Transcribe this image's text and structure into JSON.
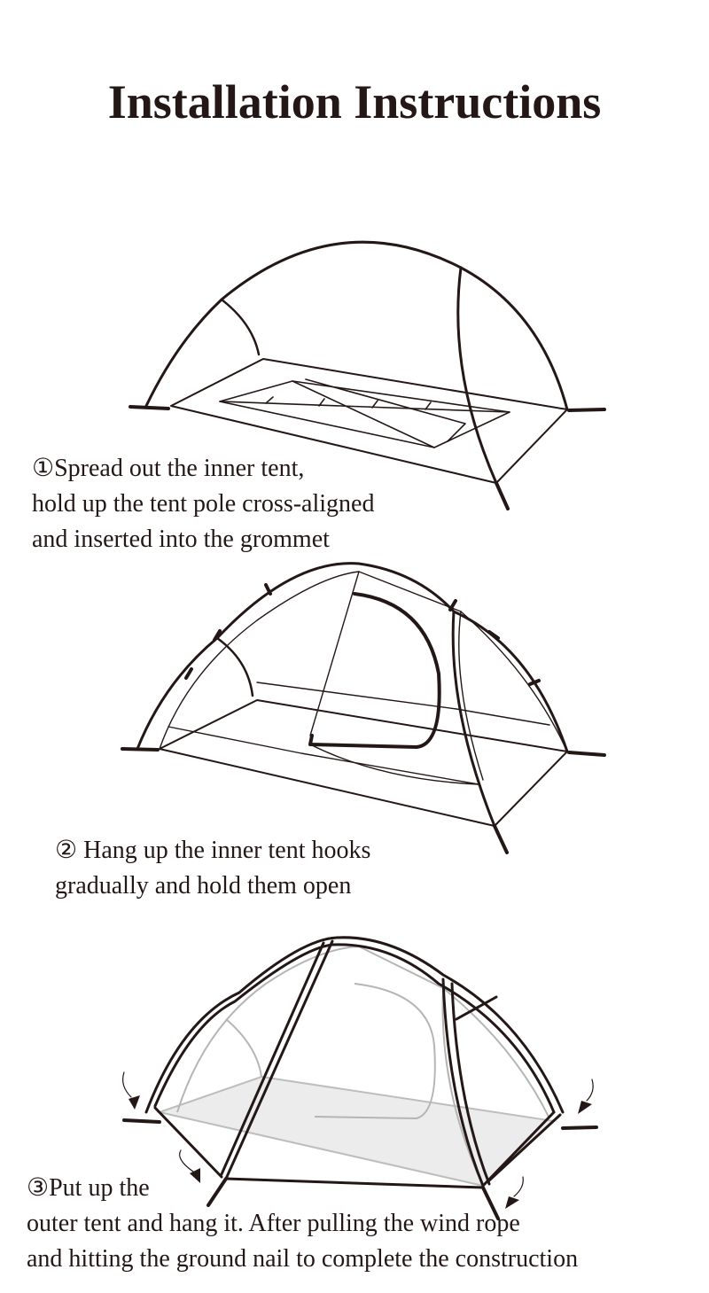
{
  "title": "Installation Instructions",
  "steps": [
    {
      "lines": [
        "①Spread out the inner tent,",
        "hold up the tent pole cross-aligned",
        "and inserted into the grommet"
      ]
    },
    {
      "lines": [
        "② Hang up the inner tent hooks",
        "gradually and hold them open"
      ]
    },
    {
      "lines": [
        "③Put up the",
        "outer tent and hang it. After pulling the wind rope",
        "and hitting the ground nail to complete the construction"
      ]
    }
  ]
}
